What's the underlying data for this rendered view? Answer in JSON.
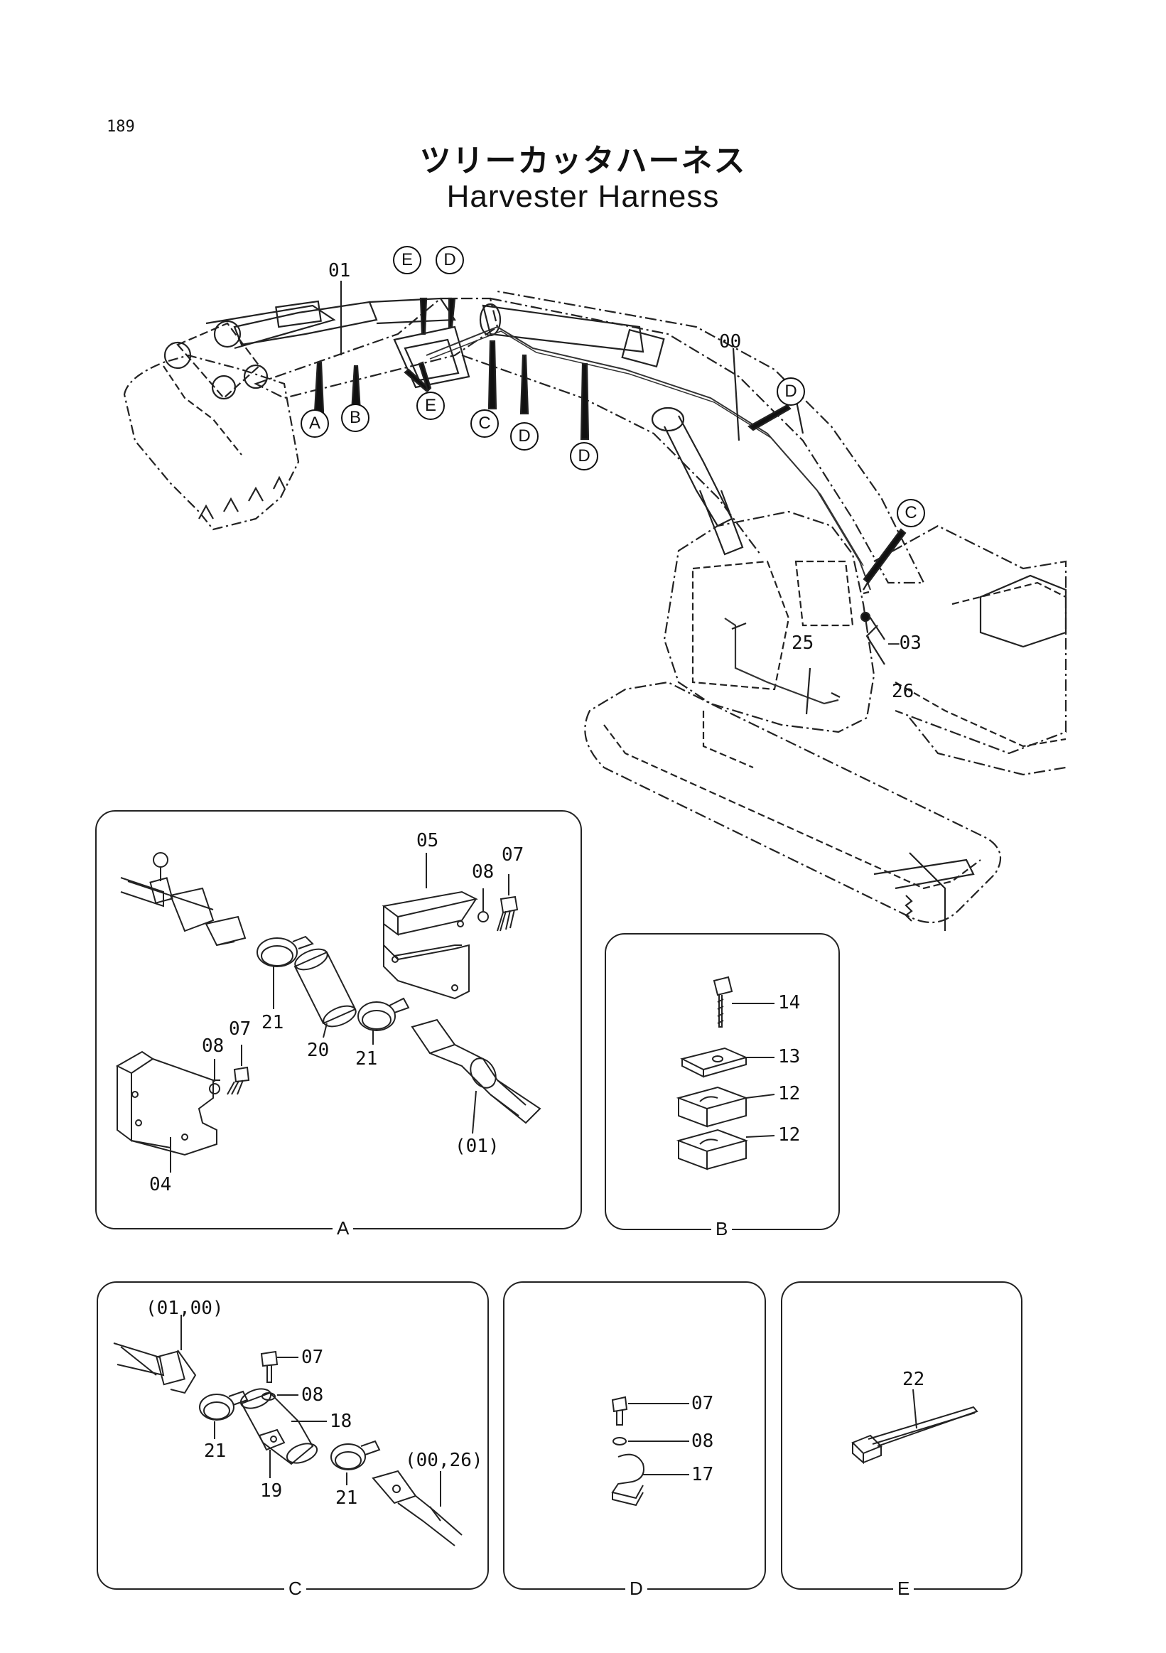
{
  "page_number": "189",
  "title_ja": "ツリーカッタハーネス",
  "title_en": "Harvester Harness",
  "main_view": {
    "callouts": {
      "A": "A",
      "B": "B",
      "C1": "C",
      "C2": "C",
      "D1": "D",
      "D2": "D",
      "D3": "D",
      "D4": "D",
      "E1": "E",
      "E2": "E"
    },
    "parts": {
      "p01": "01",
      "p00": "00",
      "p03": "03",
      "p25": "25",
      "p26": "26"
    }
  },
  "detail_A": {
    "caption": "A",
    "parts": {
      "p05": "05",
      "p08a": "08",
      "p07a": "07",
      "p21a": "21",
      "p20": "20",
      "p08b": "08",
      "p07b": "07",
      "p21b": "21",
      "p04": "04",
      "p01ref": "(01)"
    }
  },
  "detail_B": {
    "caption": "B",
    "parts": {
      "p14": "14",
      "p13": "13",
      "p12a": "12",
      "p12b": "12"
    }
  },
  "detail_C": {
    "caption": "C",
    "parts": {
      "ref1": "(01,00)",
      "p07": "07",
      "p08": "08",
      "p18": "18",
      "p21a": "21",
      "p19": "19",
      "p21b": "21",
      "ref2": "(00,26)"
    }
  },
  "detail_D": {
    "caption": "D",
    "parts": {
      "p07": "07",
      "p08": "08",
      "p17": "17"
    }
  },
  "detail_E": {
    "caption": "E",
    "parts": {
      "p22": "22"
    }
  }
}
